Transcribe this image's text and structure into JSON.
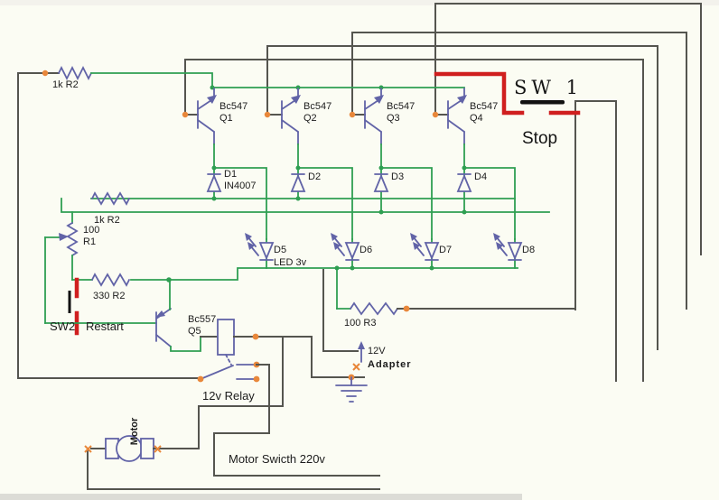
{
  "schematic": {
    "title_hint": "motor water-level controller schematic",
    "labels": {
      "r2_top": "1k R2",
      "q1_part": "Bc547",
      "q1": "Q1",
      "q2_part": "Bc547",
      "q2": "Q2",
      "q3_part": "Bc547",
      "q3": "Q3",
      "q4_part": "Bc547",
      "q4": "Q4",
      "sw1": "SW 1",
      "sw1_action": "Stop",
      "d1": "D1",
      "d1_part": "IN4007",
      "d2": "D2",
      "d3": "D3",
      "d4": "D4",
      "r2_mid": "1k R2",
      "r1_value": "100",
      "r1_name": "R1",
      "d5": "D5",
      "d5_part": "LED 3v",
      "d6": "D6",
      "d7": "D7",
      "d8": "D8",
      "r2_low": "330 R2",
      "sw2": "SW2",
      "sw2_action": "Restart",
      "q5_part": "Bc557",
      "q5": "Q5",
      "r3": "100 R3",
      "adapter_v": "12V",
      "adapter_name": "Adapter",
      "relay": "12v Relay",
      "motor": "Motor",
      "motor_switch": "Motor Swicth 220v"
    },
    "colors": {
      "background": "#fbfcf3",
      "wire_gray": "#55554f",
      "net_green": "#2f9f52",
      "component_blue": "#6163a7",
      "junction_orange": "#e8873a",
      "stop_wire_red": "#d01f1f",
      "switch_bar_black": "#111111"
    }
  }
}
